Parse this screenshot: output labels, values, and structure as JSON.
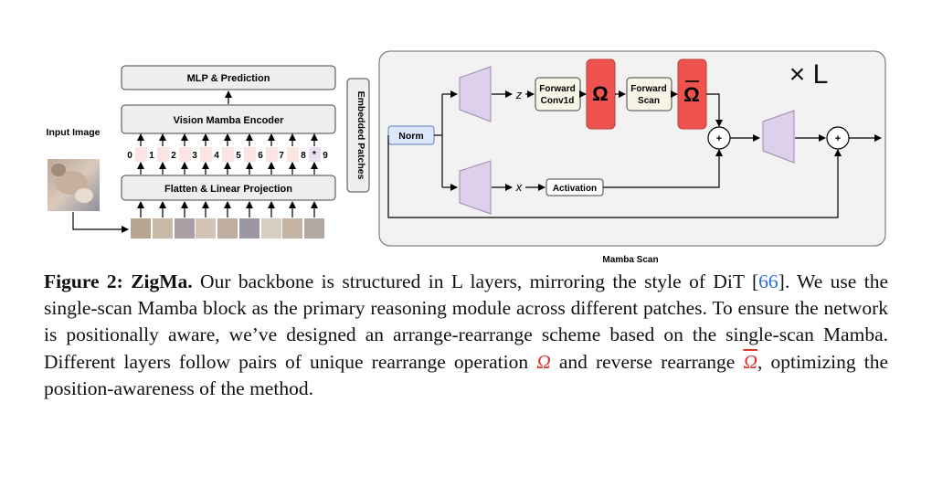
{
  "figure": {
    "input_image_label": "Input Image",
    "mlp_label": "MLP & Prediction",
    "encoder_label": "Vision Mamba Encoder",
    "flatten_label": "Flatten & Linear Projection",
    "patch_indices": [
      "0",
      "1",
      "2",
      "3",
      "4",
      "5",
      "6",
      "7",
      "8",
      "*",
      "9"
    ],
    "embedded_label": "Embedded Patches",
    "norm_label": "Norm",
    "z_label": "z",
    "x_label": "x",
    "conv_label_1": "Forward",
    "conv_label_2": "Conv1d",
    "omega_symbol": "Ω",
    "scan_label_1": "Forward",
    "scan_label_2": "Scan",
    "omega_bar_symbol": "Ω",
    "activation_label": "Activation",
    "layers_label": "× L",
    "plus_symbol": "+",
    "mamba_scan_label": "Mamba Scan",
    "colors": {
      "omega_red": "#ef5350",
      "trapezoid": "#ddd0ea",
      "box_gray": "#eeeeee",
      "norm_blue": "#dbe8fb",
      "patch_pink": "#fbe4e4"
    }
  },
  "caption": {
    "label": "Figure 2: ZigMa.",
    "text_1": " Our backbone is structured in L layers, mirroring the style of DiT [",
    "cite": "66",
    "text_2": "]. We use the single-scan Mamba block as the primary reasoning module across different patches. To ensure the network is positionally aware, we’ve designed an arrange-rearrange scheme based on the single-scan Mamba. Different layers follow pairs of unique rearrange operation ",
    "omega": "Ω",
    "text_3": " and reverse rearrange ",
    "omega_bar": "Ω",
    "text_4": ", optimizing the position-awareness of the method."
  }
}
